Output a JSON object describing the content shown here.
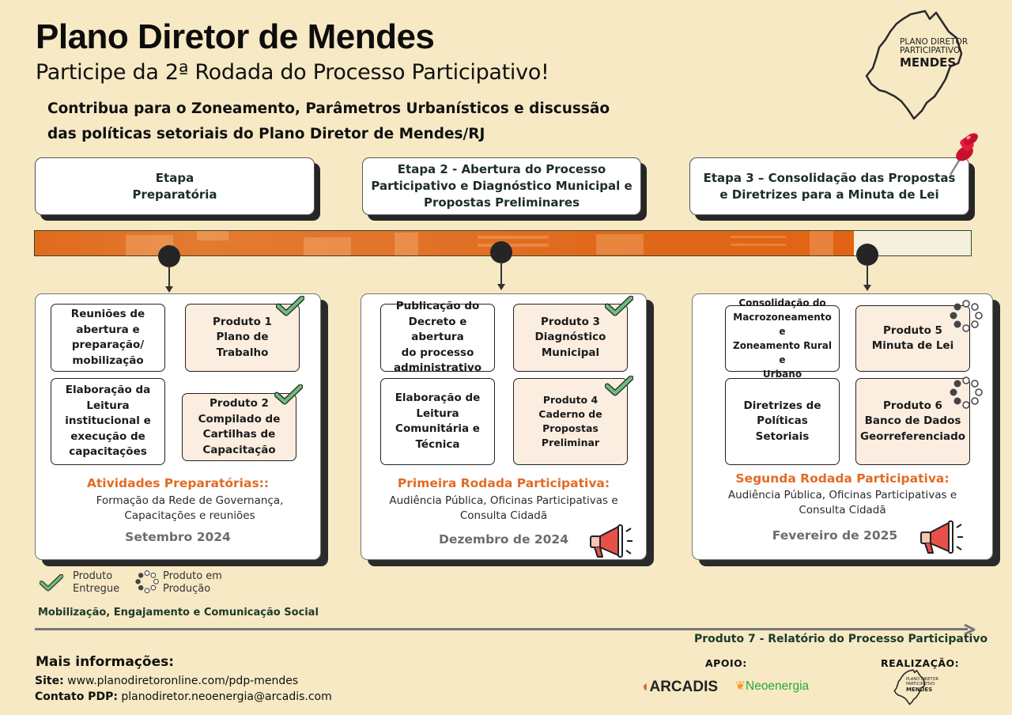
{
  "header": {
    "title": "Plano Diretor de Mendes",
    "subtitle": "Participe da 2ª Rodada do Processo Participativo!",
    "intro_line1": "Contribua para o Zoneamento, Parâmetros Urbanísticos e discussão",
    "intro_line2": "das políticas setoriais do Plano Diretor de Mendes/RJ"
  },
  "logo": {
    "line1": "PLANO DIRETOR",
    "line2": "PARTICIPATIVO",
    "line3": "MENDES"
  },
  "stages": [
    {
      "line1": "Etapa",
      "line2": "Preparatória",
      "line3": ""
    },
    {
      "line1": "Etapa 2 - Abertura do Processo",
      "line2": "Participativo e Diagnóstico Municipal e",
      "line3": "Propostas Preliminares"
    },
    {
      "line1": "Etapa 3 – Consolidação das Propostas",
      "line2": "e Diretrizes para a Minuta de Lei",
      "line3": ""
    }
  ],
  "phases": [
    {
      "activities": [
        {
          "l1": "Reuniões de",
          "l2": "abertura e",
          "l3": "preparação/",
          "l4": "mobilização",
          "l5": ""
        },
        {
          "l1": "Elaboração da",
          "l2": "Leitura",
          "l3": "institucional e",
          "l4": "execução de",
          "l5": "capacitações"
        }
      ],
      "products": [
        {
          "l1": "Produto 1",
          "l2": "Plano de",
          "l3": "Trabalho",
          "l4": "",
          "status": "entregue"
        },
        {
          "l1": "Produto 2",
          "l2": "Compilado de",
          "l3": "Cartilhas de",
          "l4": "Capacitação",
          "status": "entregue"
        }
      ],
      "title": "Atividades Preparatórias::",
      "desc1": "Formação da Rede de Governança,",
      "desc2": "Capacitações e reuniões",
      "date": "Setembro 2024"
    },
    {
      "activities": [
        {
          "l1": "Publicação do",
          "l2": "Decreto e abertura",
          "l3": "do processo",
          "l4": "administrativo",
          "l5": ""
        },
        {
          "l1": "Elaboração de",
          "l2": "Leitura",
          "l3": "Comunitária e",
          "l4": "Técnica",
          "l5": ""
        }
      ],
      "products": [
        {
          "l1": "Produto 3",
          "l2": "Diagnóstico",
          "l3": "Municipal",
          "l4": "",
          "status": "entregue"
        },
        {
          "l1": "Produto 4",
          "l2": "Caderno de",
          "l3": "Propostas",
          "l4": "Preliminar",
          "status": "entregue"
        }
      ],
      "title": "Primeira Rodada Participativa:",
      "desc1": "Audiência Pública, Oficinas Participativas e",
      "desc2": "Consulta Cidadã",
      "date": "Dezembro de  2024"
    },
    {
      "activities": [
        {
          "l1": "Consolidação do",
          "l2": "Macrozoneamento e",
          "l3": "Zoneamento Rural e",
          "l4": "Urbano",
          "l5": ""
        },
        {
          "l1": "Diretrizes de",
          "l2": "Políticas Setoriais",
          "l3": "",
          "l4": "",
          "l5": ""
        }
      ],
      "products": [
        {
          "l1": "Produto 5",
          "l2": "Minuta de Lei",
          "l3": "",
          "l4": "",
          "status": "em-producao"
        },
        {
          "l1": "Produto 6",
          "l2": "Banco de Dados",
          "l3": "Georreferenciado",
          "l4": "",
          "status": "em-producao"
        }
      ],
      "title": "Segunda Rodada Participativa:",
      "desc1": "Audiência Pública, Oficinas Participativas e",
      "desc2": "Consulta Cidadã",
      "date": "Fevereiro de 2025"
    }
  ],
  "legend": {
    "delivered_l1": "Produto",
    "delivered_l2": "Entregue",
    "inprod_l1": "Produto em",
    "inprod_l2": "Produção"
  },
  "footer": {
    "mobilization": "Mobilização, Engajamento e Comunicação Social",
    "product7": "Produto 7 - Relatório do Processo Participativo",
    "more_info": "Mais informações:",
    "site_label": "Site:",
    "site_value": "www.planodiretoronline.com/pdp-mendes",
    "contact_label": "Contato PDP:",
    "contact_value": "planodiretor.neoenergia@arcadis.com",
    "support_label": "APOIO:",
    "realization_label": "REALIZAÇÃO:",
    "sponsor1": "ARCADIS",
    "sponsor2": "Neoenergia",
    "mini_logo_l1": "PLANO DIRETOR",
    "mini_logo_l2": "PARTICIPATIVO",
    "mini_logo_l3": "MENDES"
  },
  "colors": {
    "background": "#f6e9c4",
    "accent_orange": "#e26b24",
    "check_green": "#5fb86a",
    "product_bg": "#fbeee0"
  }
}
